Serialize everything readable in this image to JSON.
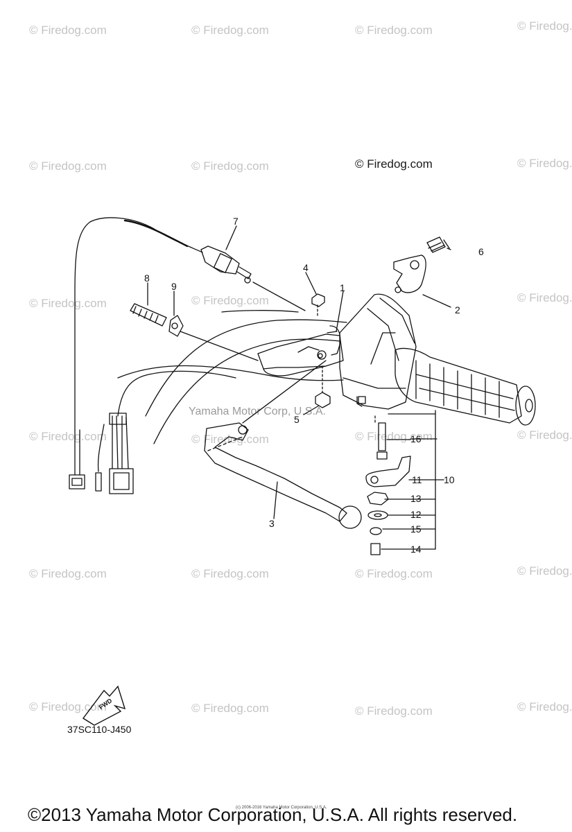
{
  "watermarks": {
    "text": "© Firedog.com",
    "featured": "© Firedog.com",
    "center": "Yamaha Motor Corp, U.S.A."
  },
  "callouts": [
    "1",
    "2",
    "3",
    "4",
    "5",
    "6",
    "7",
    "8",
    "9",
    "10",
    "11",
    "12",
    "13",
    "14",
    "15",
    "16"
  ],
  "fwd_label": "FWD",
  "diagram_code": "37SC110-J450",
  "small_copyright": "(c) 2006-2016 Yamaha Motor Corporation, U.S.A.",
  "copyright": "©2013 Yamaha Motor Corporation, U.S.A. All rights reserved."
}
